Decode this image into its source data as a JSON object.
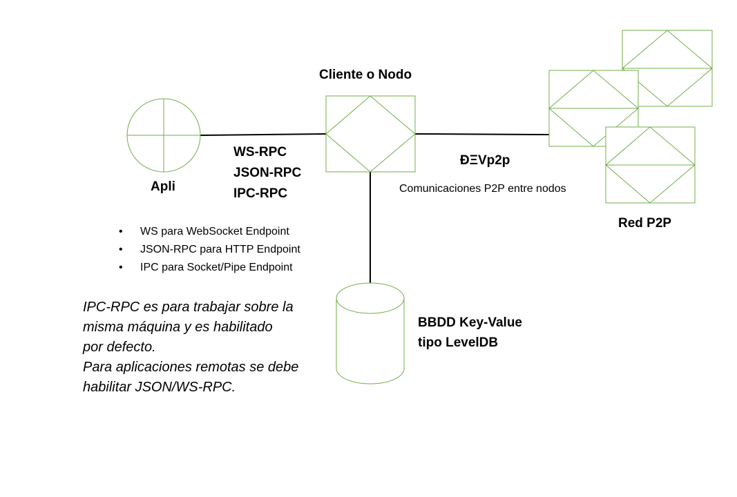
{
  "colors": {
    "shape_stroke": "#70ad47",
    "connector": "#000000",
    "text": "#000000"
  },
  "labels": {
    "node": "Cliente o Nodo",
    "app": "Apli",
    "protocols": [
      "WS-RPC",
      "JSON-RPC",
      "IPC-RPC"
    ],
    "devp2p": "ÐΞVp2p",
    "p2p_comms": "Comunicaciones P2P entre nodos",
    "p2p_network": "Red P2P",
    "db": [
      "BBDD Key-Value",
      "tipo LevelDB"
    ]
  },
  "endpoints": [
    "WS para WebSocket Endpoint",
    "JSON-RPC para HTTP Endpoint",
    "IPC para Socket/Pipe Endpoint"
  ],
  "note": [
    "IPC-RPC es para trabajar sobre la",
    "misma máquina y es habilitado",
    "por defecto.",
    "Para aplicaciones remotas se debe",
    "habilitar JSON/WS-RPC."
  ]
}
